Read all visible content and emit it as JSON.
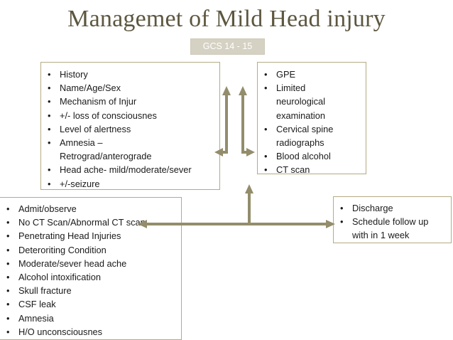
{
  "slide": {
    "title": "Managemet of Mild Head injury",
    "banner": {
      "label": "GCS 14 - 15"
    },
    "colors": {
      "title": "#5d5740",
      "banner_bg": "#d5d1c3",
      "banner_text": "#ffffff",
      "box_border": "#b3ab84",
      "arrow": "#938d6c",
      "body_text": "#1a1a1a",
      "background": "#ffffff"
    },
    "bullet_glyph": "•",
    "boxes": {
      "history": {
        "name": "History and assessment",
        "items": [
          {
            "text": "History",
            "continuation": ""
          },
          {
            "text": "Name/Age/Sex",
            "continuation": ""
          },
          {
            "text": "Mechanism of Injur",
            "continuation": ""
          },
          {
            "text": "+/- loss of consciousnes",
            "continuation": ""
          },
          {
            "text": "Level of alertness",
            "continuation": ""
          },
          {
            "text": "Amnesia –",
            "continuation": "Retrograd/anterograde"
          },
          {
            "text": "Head ache- mild/moderate/sever",
            "continuation": ""
          },
          {
            "text": "+/-seizure",
            "continuation": ""
          }
        ]
      },
      "examination": {
        "name": "Examination and investigations",
        "items": [
          {
            "text": "GPE",
            "continuation": ""
          },
          {
            "text": "Limited",
            "continuation": "neurological\nexamination"
          },
          {
            "text": "Cervical spine",
            "continuation": "radiographs"
          },
          {
            "text": "Blood alcohol",
            "continuation": ""
          },
          {
            "text": "CT scan",
            "continuation": ""
          }
        ]
      },
      "admit": {
        "name": "Admit criteria",
        "items": [
          {
            "text": "Admit/observe",
            "continuation": ""
          },
          {
            "text": "No CT Scan/Abnormal CT scan",
            "continuation": ""
          },
          {
            "text": "Penetrating Head Injuries",
            "continuation": ""
          },
          {
            "text": "Deteroriting Condition",
            "continuation": ""
          },
          {
            "text": "Moderate/sever head ache",
            "continuation": ""
          },
          {
            "text": "Alcohol intoxification",
            "continuation": ""
          },
          {
            "text": "Skull fracture",
            "continuation": ""
          },
          {
            "text": "CSF leak",
            "continuation": ""
          },
          {
            "text": "Amnesia",
            "continuation": ""
          },
          {
            "text": "H/O unconsciousnes",
            "continuation": ""
          }
        ]
      },
      "discharge": {
        "name": "Discharge plan",
        "items": [
          {
            "text": "Discharge",
            "continuation": ""
          },
          {
            "text": "Schedule follow up",
            "continuation": "with in 1 week"
          }
        ]
      }
    },
    "connectors": [
      {
        "name": "history-to-examination-left",
        "type": "elbow",
        "direction": "up-and-left"
      },
      {
        "name": "history-to-examination-right",
        "type": "elbow",
        "direction": "up-and-right"
      },
      {
        "name": "decision-up",
        "type": "line",
        "direction": "up"
      },
      {
        "name": "admit-discharge",
        "type": "line",
        "direction": "double-horizontal"
      }
    ]
  }
}
